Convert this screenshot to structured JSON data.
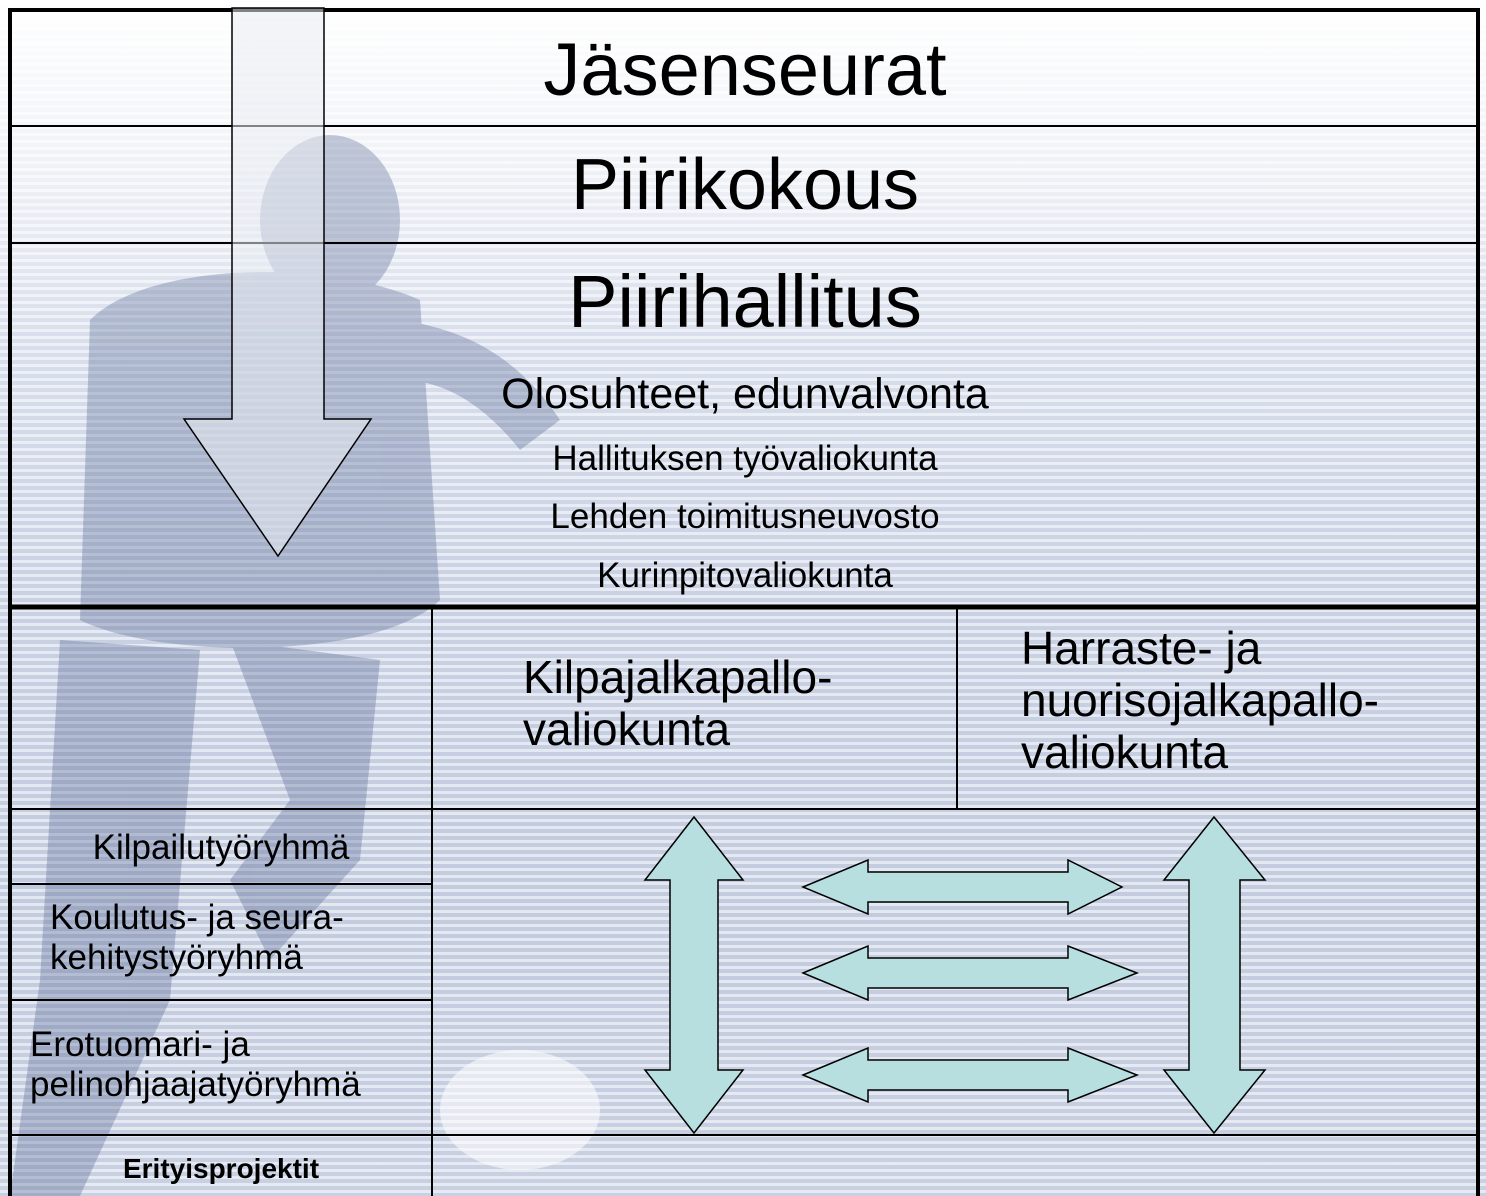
{
  "levels": {
    "members": "Jäsenseurat",
    "meeting": "Piirikokous",
    "board": "Piirihallitus"
  },
  "board_items": [
    "Olosuhteet, edunvalvonta",
    "Hallituksen työvaliokunta",
    "Lehden toimitusneuvosto",
    "Kurinpitovaliokunta"
  ],
  "committees": {
    "competition": "Kilpajalkapallo-\nvaliokunta",
    "recreation_youth": "Harraste- ja\nnuorisojalkapallo-\nvaliokunta"
  },
  "working_groups": [
    "Kilpailutyöryhmä",
    "Koulutus- ja seura-\nkehitystyöryhmä",
    "Erotuomari- ja\npelinohjaajatyöryhmä"
  ],
  "special": "Erityisprojektit",
  "colors": {
    "arrow_fill": "#b7dfe0",
    "arrow_stroke": "#000000",
    "line": "#000000"
  }
}
